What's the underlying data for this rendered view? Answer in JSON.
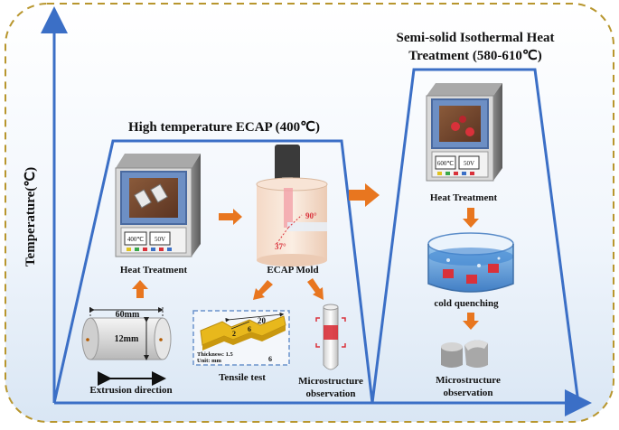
{
  "y_axis_label": "Temperature(℃)",
  "stage1": {
    "title": "High temperature ECAP (400℃)",
    "furnace": {
      "temp_display": "400℃",
      "voltage_display": "50V",
      "label": "Heat Treatment"
    },
    "billet": {
      "length_label": "60mm",
      "diameter_label": "12mm",
      "direction_label": "Extrusion direction"
    },
    "mold": {
      "label": "ECAP Mold",
      "angle_outer": "37°",
      "angle_inner": "90°"
    },
    "tensile": {
      "label": "Tensile test",
      "dim_length": "20",
      "dim_gauge": "6",
      "dim_width": "2",
      "dim_grip": "6",
      "thickness_note": "Thickness: 1.5",
      "unit_note": "Unit: mm"
    },
    "micro": {
      "label_line1": "Microstructure",
      "label_line2": "observation"
    }
  },
  "stage2": {
    "title_line1": "Semi-solid Isothermal Heat",
    "title_line2": "Treatment (580-610℃)",
    "furnace": {
      "temp_display": "600℃",
      "voltage_display": "50V",
      "label": "Heat Treatment"
    },
    "quench_label": "cold quenching",
    "micro": {
      "label_line1": "Microstructure",
      "label_line2": "observation"
    }
  },
  "colors": {
    "axis": "#3b6fc6",
    "frame_border": "#b8962e",
    "trapezoid": "#3b6fc6",
    "arrow": "#e8761f",
    "tensile_specimen": "#e8b81c",
    "water": "#4a8fd6",
    "red_marker": "#d9313a"
  }
}
